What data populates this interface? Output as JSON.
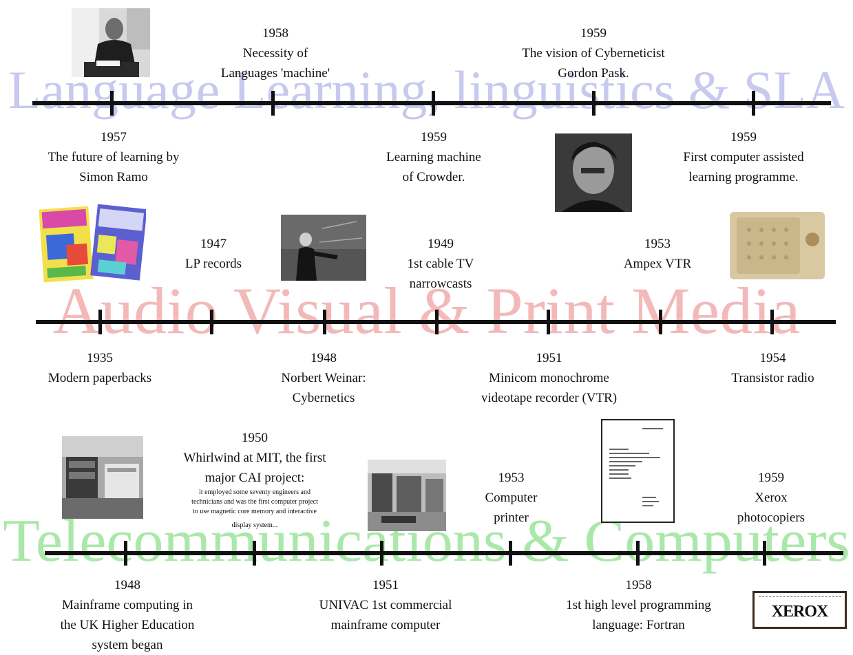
{
  "banners": {
    "language": "Language Learning, linguistics & SLA",
    "media": "Audio Visual & Print Media",
    "telecom": "Telecommunications & Computers"
  },
  "language_events": [
    {
      "year": "1958",
      "lines": [
        "Necessity of",
        "Languages 'machine'"
      ]
    },
    {
      "year": "1959",
      "lines": [
        "The vision of Cyberneticist",
        "Gordon Pask."
      ]
    },
    {
      "year": "1957",
      "lines": [
        "The future of learning by",
        "Simon Ramo"
      ]
    },
    {
      "year": "1959",
      "lines": [
        "Learning machine",
        "of Crowder."
      ]
    },
    {
      "year": "1959",
      "lines": [
        "First computer assisted",
        "learning programme."
      ]
    }
  ],
  "media_events": [
    {
      "year": "1947",
      "lines": [
        "LP records"
      ]
    },
    {
      "year": "1949",
      "lines": [
        "1st cable TV",
        "narrowcasts"
      ]
    },
    {
      "year": "1953",
      "lines": [
        "Ampex VTR"
      ]
    },
    {
      "year": "1935",
      "lines": [
        "Modern paperbacks"
      ]
    },
    {
      "year": "1948",
      "lines": [
        "Norbert Weinar:",
        "Cybernetics"
      ]
    },
    {
      "year": "1951",
      "lines": [
        "Minicom monochrome",
        "videotape recorder (VTR)"
      ]
    },
    {
      "year": "1954",
      "lines": [
        "Transistor radio"
      ]
    }
  ],
  "telecom_events": [
    {
      "year": "1950",
      "lines": [
        "Whirlwind at MIT, the first",
        "major CAI project:"
      ],
      "small": [
        "it employed some seventy engineers and",
        "technicians and was the first computer project",
        "to use magnetic core memory and interactive",
        "display system..."
      ]
    },
    {
      "year": "1953",
      "lines": [
        "Computer",
        "printer"
      ]
    },
    {
      "year": "1959",
      "lines": [
        "Xerox",
        "photocopiers"
      ]
    },
    {
      "year": "1948",
      "lines": [
        "Mainframe computing in",
        "the UK Higher Education",
        "system began"
      ]
    },
    {
      "year": "1951",
      "lines": [
        "UNIVAC 1st commercial",
        "mainframe computer"
      ]
    },
    {
      "year": "1958",
      "lines": [
        "1st high level programming",
        "language: Fortran"
      ]
    }
  ],
  "photos": {
    "xerox_logo": "XEROX"
  }
}
